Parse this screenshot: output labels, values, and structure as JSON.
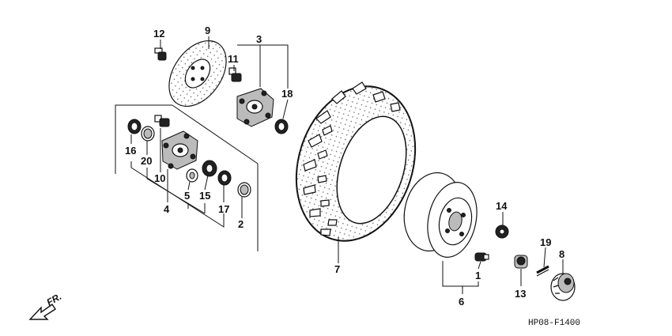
{
  "diagram": {
    "code": "HP08-F1400",
    "direction": "FR.",
    "callouts": [
      "1",
      "2",
      "3",
      "4",
      "5",
      "6",
      "7",
      "8",
      "9",
      "10",
      "11",
      "12",
      "13",
      "14",
      "15",
      "16",
      "17",
      "18",
      "19",
      "20"
    ]
  }
}
